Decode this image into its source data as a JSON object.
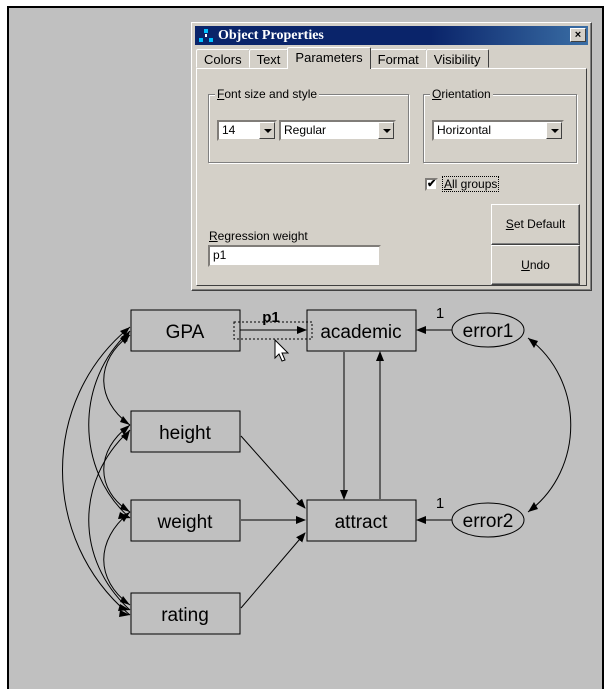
{
  "dialog": {
    "title": "Object Properties",
    "close_label": "×",
    "tabs": [
      {
        "label": "Colors"
      },
      {
        "label": "Text"
      },
      {
        "label": "Parameters"
      },
      {
        "label": "Format"
      },
      {
        "label": "Visibility"
      }
    ],
    "active_tab": "Parameters",
    "font_group": {
      "legend_pre": "",
      "legend_u": "F",
      "legend_post": "ont size and style",
      "size_value": "14",
      "style_value": "Regular"
    },
    "orientation_group": {
      "legend_pre": "",
      "legend_u": "O",
      "legend_post": "rientation",
      "value": "Horizontal"
    },
    "all_groups": {
      "checked": true,
      "check_mark": "✔",
      "label_u": "A",
      "label_post": "ll groups"
    },
    "regression": {
      "label_u": "R",
      "label_post": "egression weight",
      "value": "p1"
    },
    "set_default": {
      "label_u": "S",
      "label_post": "et Default"
    },
    "undo": {
      "label_u": "U",
      "label_post": "ndo"
    }
  },
  "diagram": {
    "nodes": {
      "gpa": "GPA",
      "height": "height",
      "weight": "weight",
      "rating": "rating",
      "academic": "academic",
      "attract": "attract",
      "error1": "error1",
      "error2": "error2"
    },
    "labels": {
      "p1": "p1",
      "error1_weight": "1",
      "error2_weight": "1"
    }
  },
  "colors": {
    "canvas": "#c0c0c0",
    "dialog": "#d4d0c8",
    "titlebar": "#0a246a"
  }
}
